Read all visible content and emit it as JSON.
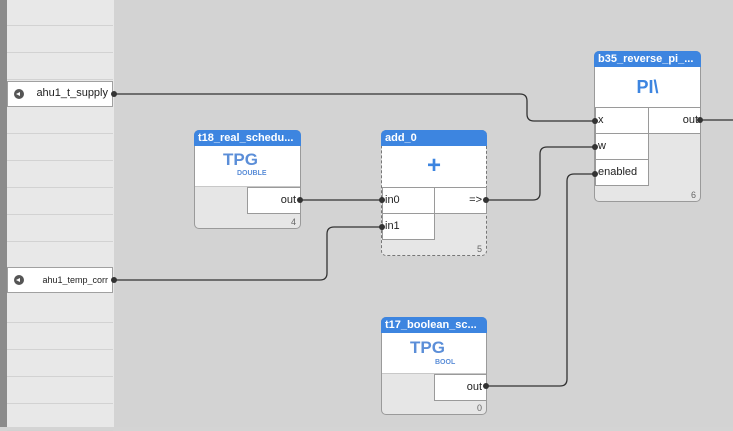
{
  "io": {
    "inputs": [
      {
        "label": "ahu1_t_supply"
      },
      {
        "label": "ahu1_temp_corr"
      }
    ]
  },
  "blocks": {
    "t18": {
      "title": "t18_real_schedu...",
      "face_main": "TPG",
      "face_sub": "DOUBLE",
      "port_out": "out",
      "index": "4"
    },
    "add0": {
      "title": "add_0",
      "face_symbol": "+",
      "port_in0": "in0",
      "port_in1": "in1",
      "port_out": "=>",
      "index": "5"
    },
    "b35": {
      "title": "b35_reverse_pi_...",
      "face_symbol": "PI\\",
      "port_x": "x",
      "port_w": "w",
      "port_enabled": "enabled",
      "port_out": "out",
      "index": "6"
    },
    "t17": {
      "title": "t17_boolean_sc...",
      "face_main": "TPG",
      "face_sub": "BOOL",
      "port_out": "out",
      "index": "0"
    }
  },
  "colors": {
    "header": "#3d85e0",
    "face_text": "#5b8ed8",
    "wire": "#333333"
  },
  "icons": {
    "io_input_icon": "left-arrow-circle-icon"
  }
}
